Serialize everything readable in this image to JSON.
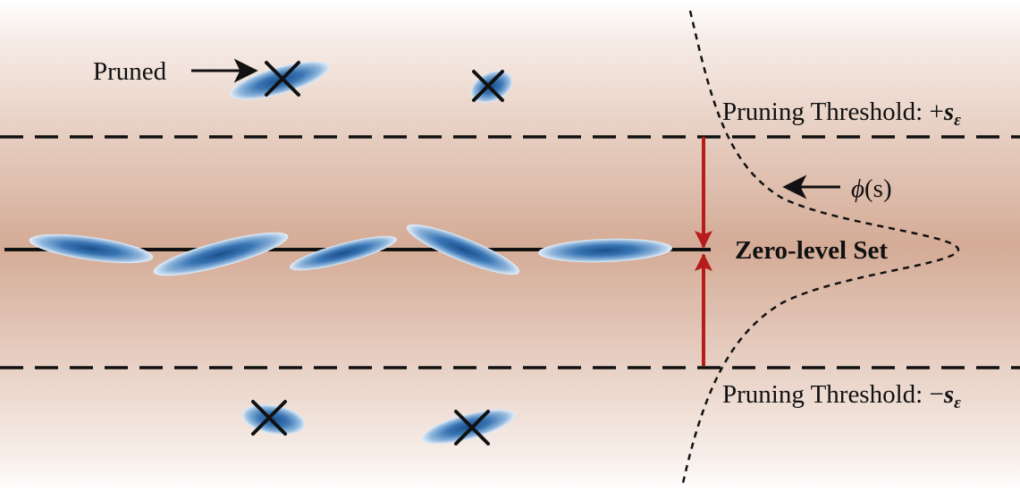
{
  "labels": {
    "pruned": "Pruned",
    "upper_threshold_prefix": "Pruning Threshold: +",
    "lower_threshold_prefix": "Pruning Threshold: −",
    "threshold_symbol": "s",
    "threshold_subscript": "ε",
    "zero_level_set": "Zero-level Set",
    "phi": "ϕ",
    "phi_argument": "(s)"
  },
  "colors": {
    "band": "#d4ab96",
    "line": "#111111",
    "arrow": "#b71c1c",
    "gaussian": "#2f6aa6"
  }
}
